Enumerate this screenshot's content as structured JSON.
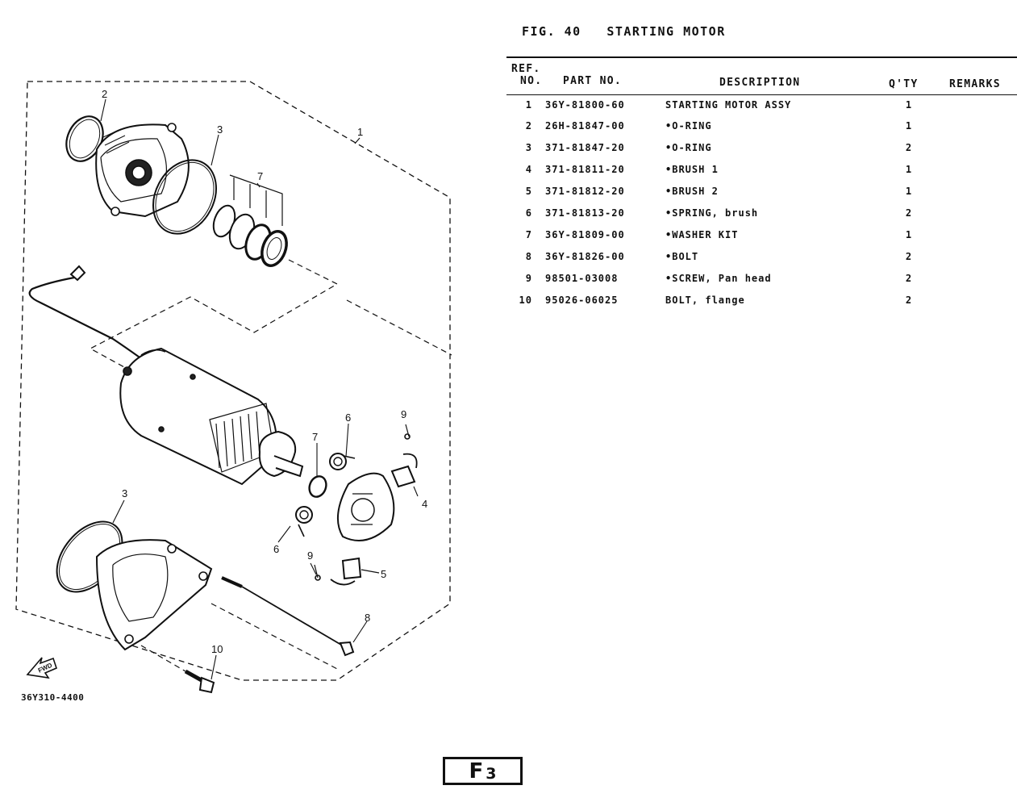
{
  "figure": {
    "number_label": "FIG. 40",
    "title": "STARTING MOTOR"
  },
  "table": {
    "headers": {
      "ref": "REF.",
      "no": "NO.",
      "part_no": "PART NO.",
      "description": "DESCRIPTION",
      "qty": "Q'TY",
      "remarks": "REMARKS"
    },
    "rows": [
      {
        "no": "1",
        "part": "36Y-81800-60",
        "desc": "STARTING MOTOR ASSY",
        "qty": "1"
      },
      {
        "no": "2",
        "part": "26H-81847-00",
        "desc": "•O-RING",
        "qty": "1"
      },
      {
        "no": "3",
        "part": "371-81847-20",
        "desc": "•O-RING",
        "qty": "2"
      },
      {
        "no": "4",
        "part": "371-81811-20",
        "desc": "•BRUSH 1",
        "qty": "1"
      },
      {
        "no": "5",
        "part": "371-81812-20",
        "desc": "•BRUSH 2",
        "qty": "1"
      },
      {
        "no": "6",
        "part": "371-81813-20",
        "desc": "•SPRING, brush",
        "qty": "2"
      },
      {
        "no": "7",
        "part": "36Y-81809-00",
        "desc": "•WASHER KIT",
        "qty": "1"
      },
      {
        "no": "8",
        "part": "36Y-81826-00",
        "desc": "•BOLT",
        "qty": "2"
      },
      {
        "no": "9",
        "part": "98501-03008",
        "desc": "•SCREW, Pan head",
        "qty": "2"
      },
      {
        "no": "10",
        "part": "95026-06025",
        "desc": "BOLT, flange",
        "qty": "2"
      }
    ]
  },
  "diagram": {
    "callouts": {
      "c1": "1",
      "c2": "2",
      "c3a": "3",
      "c3b": "3",
      "c4": "4",
      "c5": "5",
      "c6a": "6",
      "c6b": "6",
      "c7a": "7",
      "c7b": "7",
      "c8": "8",
      "c9a": "9",
      "c9b": "9",
      "c10": "10"
    },
    "fwd_label": "FWD",
    "drawing_code": "36Y310-4400"
  },
  "page": {
    "letter": "F",
    "number": "3"
  }
}
